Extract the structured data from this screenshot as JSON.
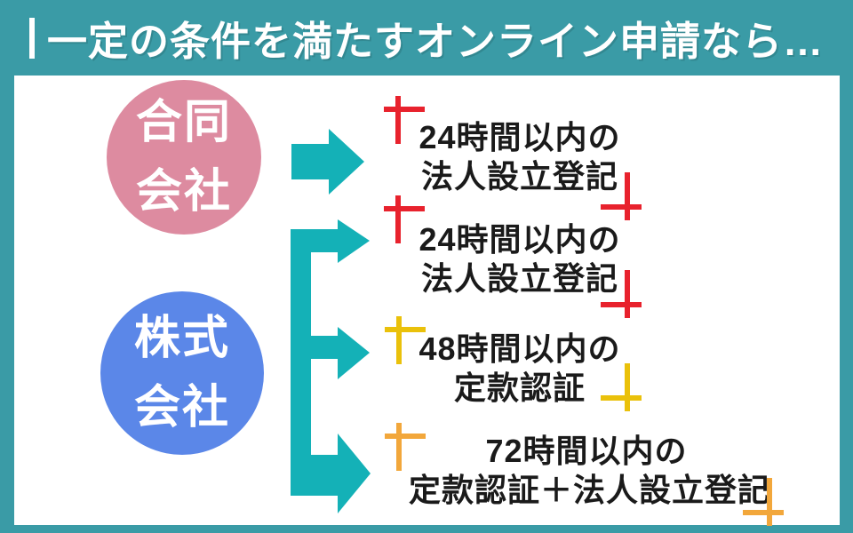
{
  "header": {
    "title": "一定の条件を満たすオンライン申請なら…"
  },
  "diagram": {
    "entities": [
      {
        "name": "合同会社",
        "lines": [
          "合同",
          "会社"
        ],
        "color": "#dd8ba0"
      },
      {
        "name": "株式会社",
        "lines": [
          "株式",
          "会社"
        ],
        "color": "#5b87e8"
      }
    ],
    "results": [
      {
        "lines": [
          "24時間以内の",
          "法人設立登記"
        ],
        "mark_color": "#e8222d",
        "source": "合同会社"
      },
      {
        "lines": [
          "24時間以内の",
          "法人設立登記"
        ],
        "mark_color": "#e8222d",
        "source": "株式会社"
      },
      {
        "lines": [
          "48時間以内の",
          "定款認証"
        ],
        "mark_color": "#eac10b",
        "source": "株式会社"
      },
      {
        "lines": [
          "72時間以内の",
          "定款認証＋法人設立登記"
        ],
        "mark_color": "#f2a73b",
        "source": "株式会社"
      }
    ]
  },
  "colors": {
    "background_teal": "#3a9ba6",
    "arrow_teal": "#14b1b7",
    "godo_pink": "#dd8ba0",
    "kabushiki_blue": "#5b87e8",
    "mark_red": "#e8222d",
    "mark_gold": "#eac10b",
    "mark_orange": "#f2a73b",
    "text_black": "#1a1a1a",
    "title_white": "#ffffff",
    "panel_white": "#ffffff"
  }
}
